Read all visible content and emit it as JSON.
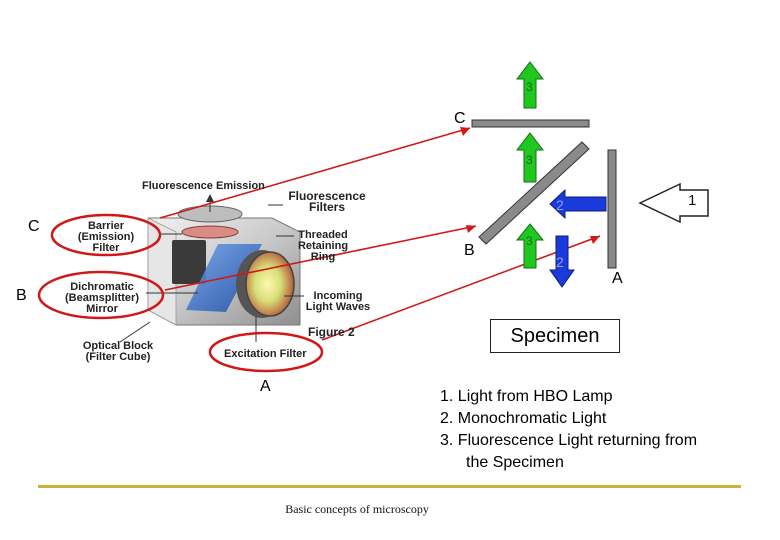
{
  "diagram": {
    "top_label_c": "C",
    "mirror_label_b": "B",
    "filter_label_a": "A",
    "arrow_num_1": "1",
    "arrow_num_2_upper": "2",
    "arrow_num_2_lower": "2",
    "arrow_num_3_top": "3",
    "arrow_num_3_mid": "3",
    "arrow_num_3_low": "3",
    "specimen": "Specimen"
  },
  "figure": {
    "fluorescence_emission": "Fluorescence Emission",
    "fluorescence_filters_1": "Fluorescence",
    "fluorescence_filters_2": "Filters",
    "barrier_1": "Barrier",
    "barrier_2": "(Emission)",
    "barrier_3": "Filter",
    "threaded_1": "Threaded",
    "threaded_2": "Retaining",
    "threaded_3": "Ring",
    "dichromatic_1": "Dichromatic",
    "dichromatic_2": "(Beamsplitter)",
    "dichromatic_3": "Mirror",
    "incoming_1": "Incoming",
    "incoming_2": "Light Waves",
    "figure_2": "Figure 2",
    "optical_1": "Optical Block",
    "optical_2": "(Filter Cube)",
    "excitation": "Excitation Filter",
    "left_label_c": "C",
    "left_label_b": "B",
    "left_label_a": "A"
  },
  "legend": {
    "line1": "1. Light from HBO Lamp",
    "line2": "2. Monochromatic Light",
    "line3": "3. Fluorescence Light returning from",
    "line4": "the Specimen"
  },
  "footer": "Basic concepts of microscopy",
  "colors": {
    "green_arrow": "#1ec81e",
    "blue_arrow": "#1a3adb",
    "red_annotation": "#d01818",
    "footer_rule": "#c8b43c"
  }
}
